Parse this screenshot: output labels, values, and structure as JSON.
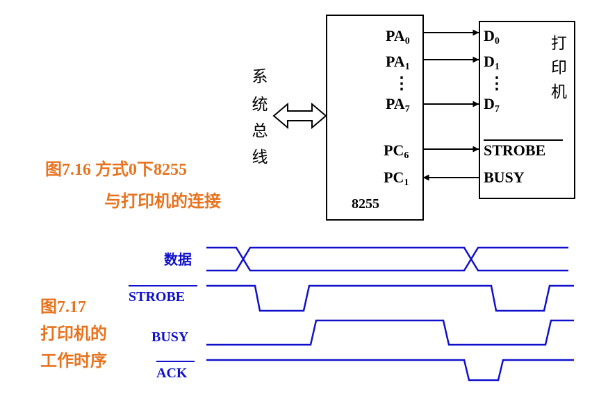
{
  "colors": {
    "orange": "#E8731E",
    "blue": "#1010CC",
    "black": "#000000"
  },
  "system_bus_label": [
    "系",
    "统",
    "总",
    "线"
  ],
  "chip_8255": {
    "name": "8255",
    "pa0": {
      "base": "PA",
      "sub": "0"
    },
    "pa1": {
      "base": "PA",
      "sub": "1"
    },
    "pa7": {
      "base": "PA",
      "sub": "7"
    },
    "pc6": {
      "base": "PC",
      "sub": "6"
    },
    "pc1": {
      "base": "PC",
      "sub": "1"
    },
    "dots": "⋮"
  },
  "printer": {
    "title": [
      "打",
      "印",
      "机"
    ],
    "d0": {
      "base": "D",
      "sub": "0"
    },
    "d1": {
      "base": "D",
      "sub": "1"
    },
    "d7": {
      "base": "D",
      "sub": "7"
    },
    "strobe": "STROBE",
    "busy": "BUSY",
    "dots": "⋮"
  },
  "figure_716": {
    "line1": "图7.16   方式0下8255",
    "line2": "与打印机的连接"
  },
  "figure_717": {
    "line1": "图7.17",
    "line2": "打印机的",
    "line3": "工作时序"
  },
  "timing": {
    "data": "数据",
    "strobe": "STROBE",
    "busy": "BUSY",
    "ack": "ACK"
  }
}
